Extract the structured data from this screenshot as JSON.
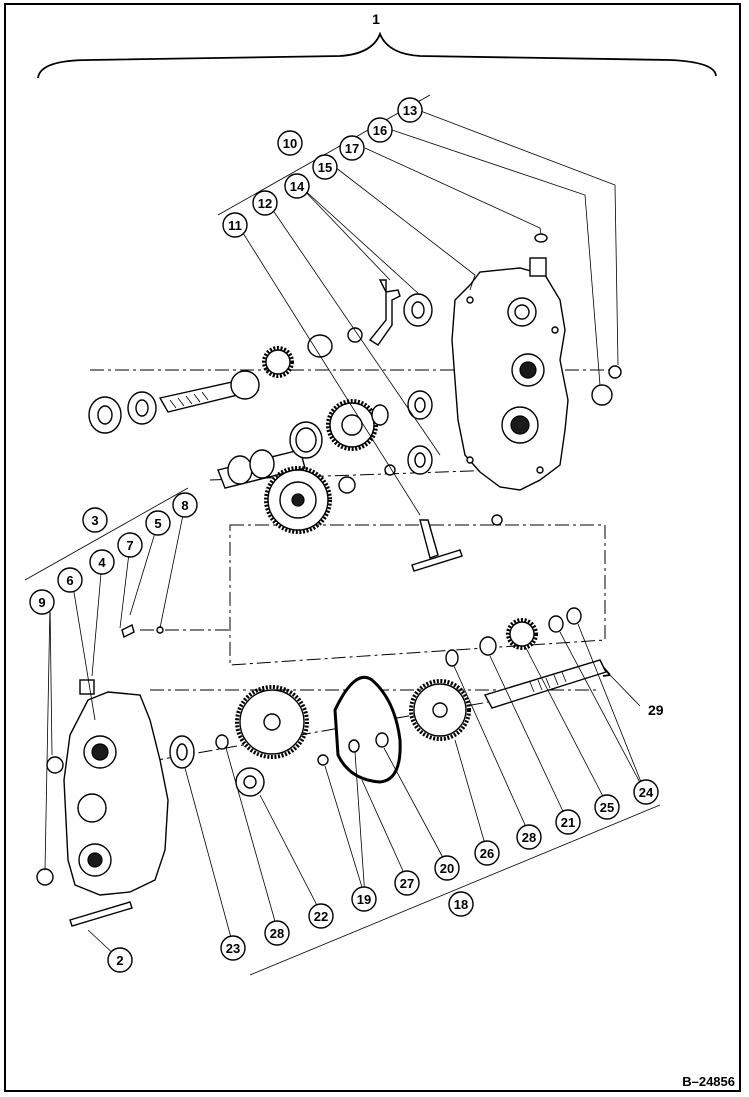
{
  "diagram": {
    "assembly_label": "1",
    "figure_id": "B–24856",
    "shaft_label": "29",
    "callouts": {
      "c2": "2",
      "c3": "3",
      "c4": "4",
      "c5": "5",
      "c6": "6",
      "c7": "7",
      "c8": "8",
      "c9": "9",
      "c10": "10",
      "c11": "11",
      "c12": "12",
      "c13": "13",
      "c14": "14",
      "c15": "15",
      "c16": "16",
      "c17": "17",
      "c18": "18",
      "c19": "19",
      "c20": "20",
      "c21": "21",
      "c22": "22",
      "c23": "23",
      "c24": "24",
      "c25": "25",
      "c26": "26",
      "c27": "27",
      "c28a": "28",
      "c28b": "28"
    }
  }
}
